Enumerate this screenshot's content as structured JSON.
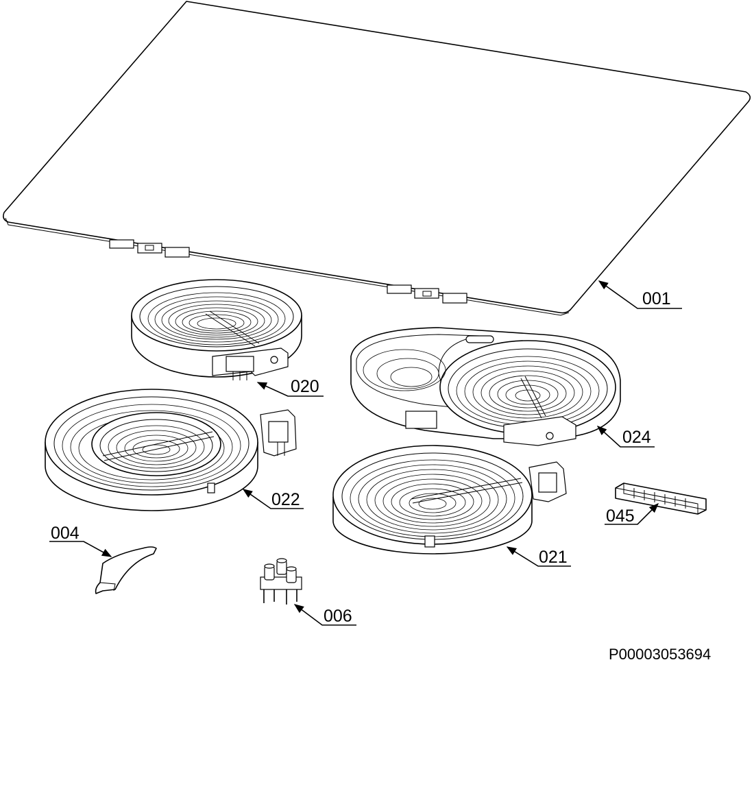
{
  "callouts": {
    "c001": "001",
    "c020": "020",
    "c024": "024",
    "c022": "022",
    "c021": "021",
    "c045": "045",
    "c004": "004",
    "c006": "006"
  },
  "drawing_number": "P00003053694",
  "colors": {
    "line": "#000000",
    "background": "#ffffff"
  }
}
